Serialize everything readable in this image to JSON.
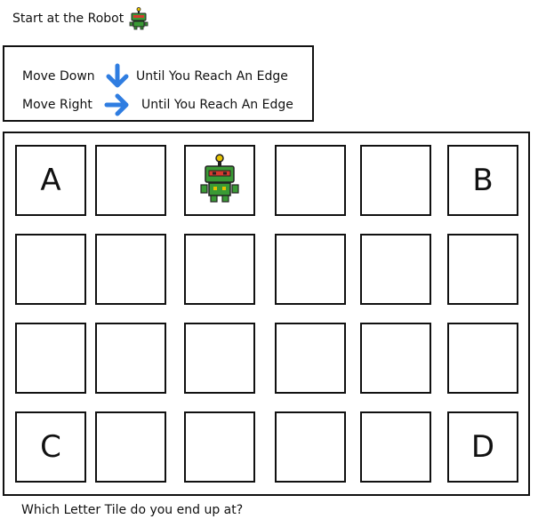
{
  "header": {
    "text": "Start at the Robot",
    "icon": "robot-icon"
  },
  "instructions": [
    {
      "action": "Move Down",
      "arrow": "arrow-down-icon",
      "until": "Until You Reach An Edge"
    },
    {
      "action": "Move Right",
      "arrow": "arrow-right-icon",
      "until": "Until You Reach An Edge"
    }
  ],
  "grid": {
    "rows": 4,
    "cols": 6,
    "tiles": [
      [
        "A",
        "",
        "robot",
        "",
        "",
        "B"
      ],
      [
        "",
        "",
        "",
        "",
        "",
        ""
      ],
      [
        "",
        "",
        "",
        "",
        "",
        ""
      ],
      [
        "C",
        "",
        "",
        "",
        "",
        "D"
      ]
    ]
  },
  "question": "Which Letter Tile do you end up at?",
  "colors": {
    "arrow": "#2f7de1",
    "robot_body": "#3a9a35",
    "robot_eyes": "#d63a2f",
    "robot_antenna": "#e6c200"
  }
}
